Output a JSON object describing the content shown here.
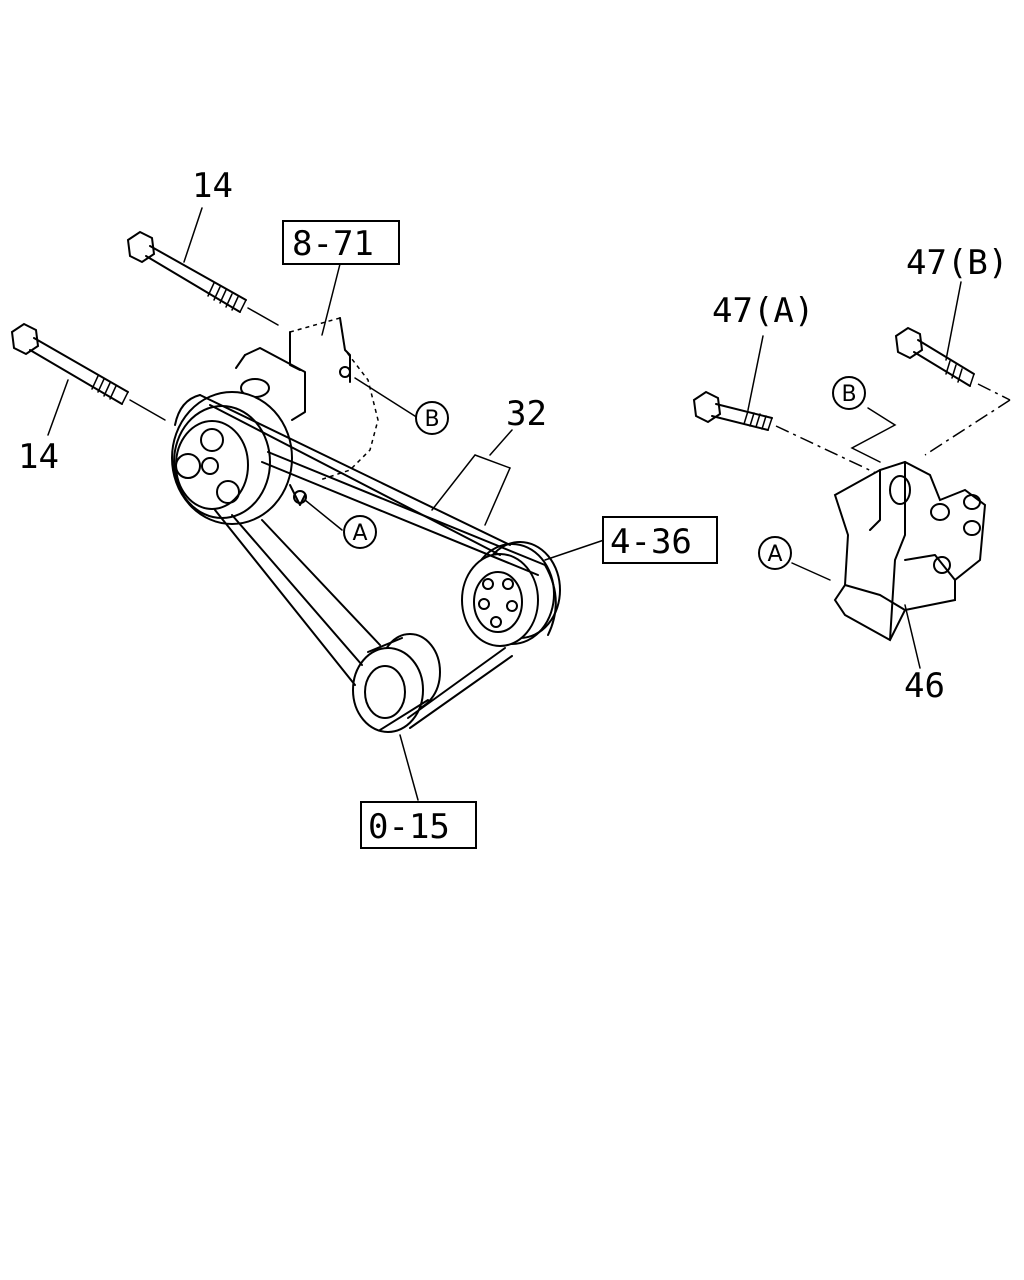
{
  "callouts": {
    "bolt_upper": "14",
    "bolt_lower": "14",
    "belt": "32",
    "bolt_a": "47(A)",
    "bolt_b": "47(B)",
    "bracket": "46"
  },
  "refs": {
    "compressor": "8-71",
    "crank_pulley": "4-36",
    "idler_pulley": "0-15"
  },
  "markers": {
    "a": "A",
    "b": "B"
  }
}
